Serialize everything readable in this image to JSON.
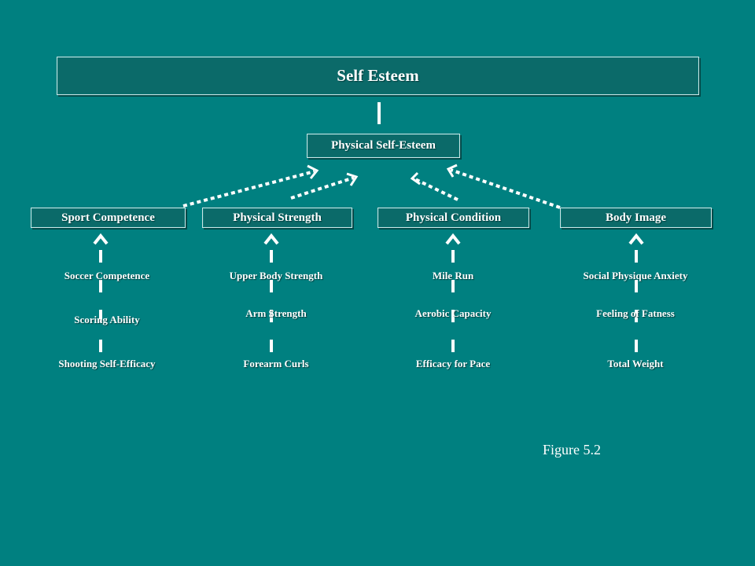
{
  "title": "Self Esteem",
  "physical_self_esteem": "Physical Self-Esteem",
  "categories": [
    {
      "label": "Sport Competence",
      "indicators": [
        "Soccer Competence",
        "Scoring Ability",
        "Shooting Self-Efficacy"
      ]
    },
    {
      "label": "Physical Strength",
      "indicators": [
        "Upper Body Strength",
        "Arm Strength",
        "Forearm Curls"
      ]
    },
    {
      "label": "Physical Condition",
      "indicators": [
        "Mile Run",
        "Aerobic Capacity",
        "Efficacy for Pace"
      ]
    },
    {
      "label": "Body Image",
      "indicators": [
        "Social Physique Anxiety",
        "Feeling of Fatness",
        "Total Weight"
      ]
    }
  ],
  "caption": "Figure 5.2",
  "colors": {
    "background": "#008080",
    "box": "#0b6a69",
    "line": "#ffffff"
  }
}
